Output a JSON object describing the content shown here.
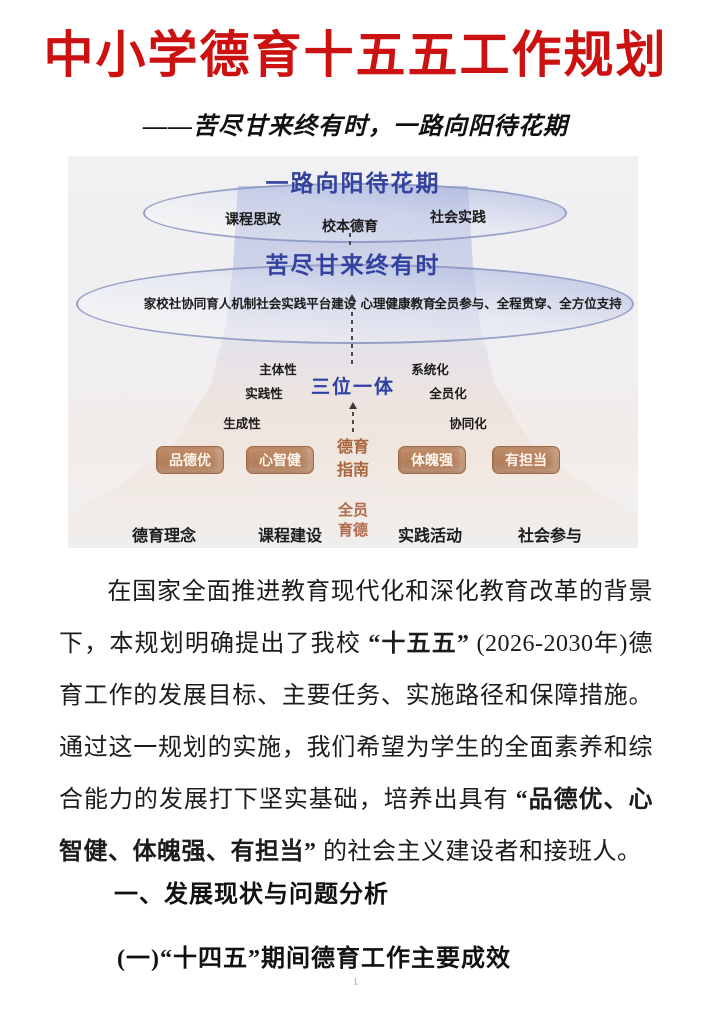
{
  "page": {
    "title": "中小学德育十五五工作规划",
    "subtitle": "——苦尽甘来终有时，一路向阳待花期",
    "page_number": "1"
  },
  "diagram": {
    "top_title": "一路向阳待花期",
    "top_items": [
      "课程思政",
      "校本德育",
      "社会实践"
    ],
    "mid_title": "苦尽甘来终有时",
    "mid_items": [
      "家校社协同育人机制社会实践平台建设",
      "心理健康教育",
      "全员参与、全程贯穿、全方位支持"
    ],
    "left_traits": [
      "主体性",
      "实践性",
      "生成性"
    ],
    "center_label": "三位一体",
    "right_traits": [
      "系统化",
      "全员化",
      "协同化"
    ],
    "guide_lines": [
      "德育",
      "指南"
    ],
    "pills": [
      "品德优",
      "心智健",
      "体魄强",
      "有担当"
    ],
    "all_lines": [
      "全员",
      "育德"
    ],
    "bottom_items": [
      "德育理念",
      "课程建设",
      "实践活动",
      "社会参与"
    ],
    "colors": {
      "title_red": "#cc1111",
      "diagram_blue": "#32429e",
      "accent_brown": "#a9653e",
      "pill_brown": "#b3805d"
    }
  },
  "body": {
    "para": {
      "seg1": "在国家全面推进教育现代化和深化教育改革的背景下，本规划明确提出了我校 ",
      "seg2": "“十五五”",
      "seg3": " (2026-2030年)德育工作的发展目标、主要任务、实施路径和保障措施。通过这一规划的实施，我们希望为学生的全面素养和综合能力的发展打下坚实基础，培养出具有 ",
      "seg4": "“品德优、心智健、体魄强、有担当”",
      "seg5": " 的社会主义建设者和接班人。"
    },
    "heading1": "一、发展现状与问题分析",
    "heading2": "(一)“十四五”期间德育工作主要成效"
  }
}
